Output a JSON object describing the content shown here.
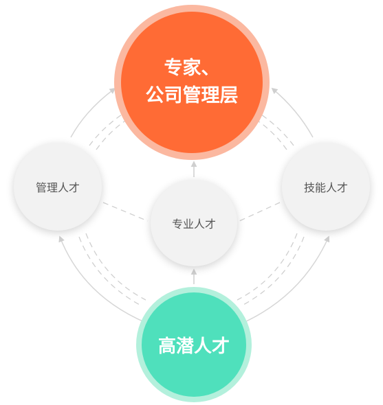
{
  "diagram": {
    "top_node": {
      "line1": "专家、",
      "line2": "公司管理层"
    },
    "left_node": {
      "label": "管理人才"
    },
    "center_node": {
      "label": "专业人才"
    },
    "right_node": {
      "label": "技能人才"
    },
    "bottom_node": {
      "label": "高潜人才"
    },
    "colors": {
      "top_fill": "#ff6b35",
      "top_ring": "#fbb8a0",
      "bottom_fill": "#4fe0bc",
      "bottom_ring": "#b3f0dc",
      "node_gray": "#f2f2f2",
      "connector": "#d0d0d0"
    }
  }
}
